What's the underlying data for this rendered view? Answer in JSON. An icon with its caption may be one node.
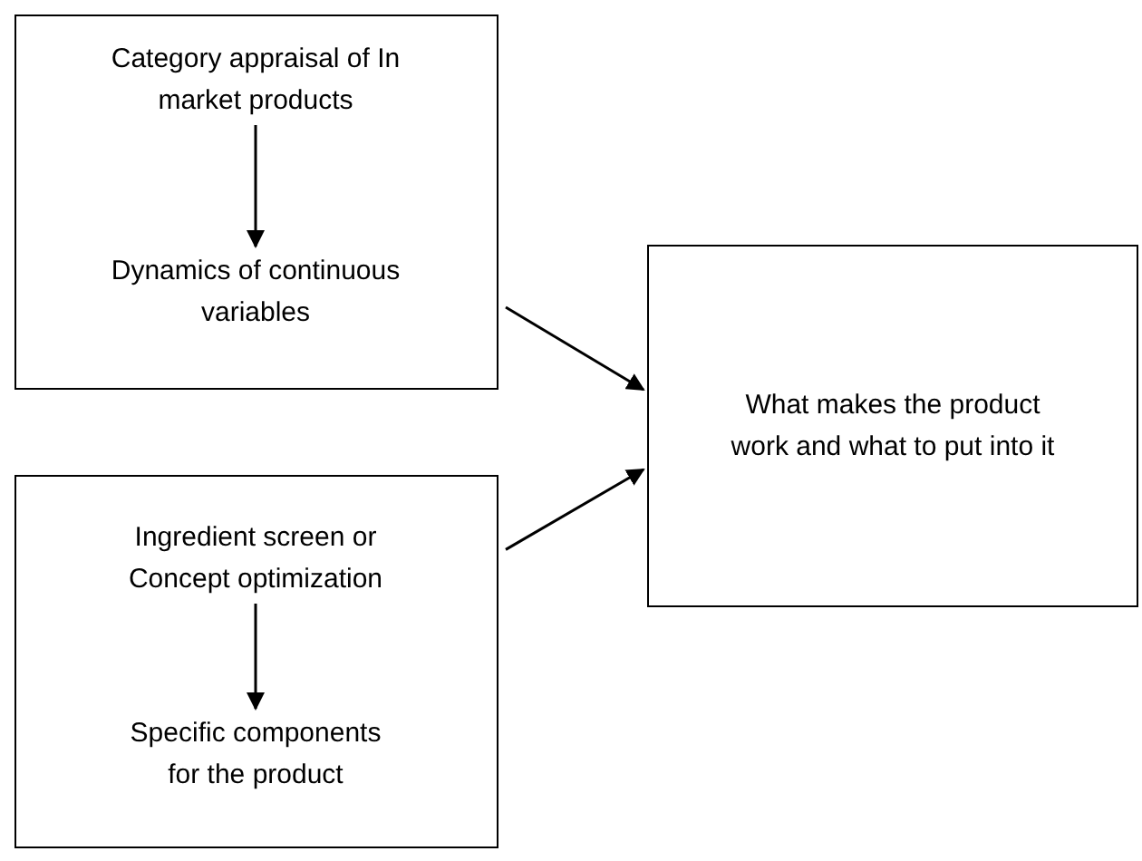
{
  "diagram": {
    "nodes": [
      {
        "text": [],
        "shape": "box"
      },
      {
        "text": [
          "Category appraisal of In market products"
        ],
        "in": 0
      },
      {
        "text": [
          "Dynamics of continuous variables"
        ],
        "in": 0
      },
      {
        "text": [],
        "shape": "box"
      },
      {
        "text": [
          "Ingredient screen or Concept optimization"
        ],
        "in": 3
      },
      {
        "text": [
          "Specific components for the product"
        ],
        "in": 3
      },
      {
        "text": [
          "What makes the product work and what to put into it"
        ]
      }
    ],
    "edges": [
      {
        "from": 1,
        "to": 2,
        "arrow": "to"
      },
      {
        "from": 0,
        "to": 6,
        "arrow": "to"
      },
      {
        "from": 4,
        "to": 5,
        "arrow": "to"
      },
      {
        "from": 3,
        "to": 6,
        "arrow": "to"
      }
    ]
  }
}
